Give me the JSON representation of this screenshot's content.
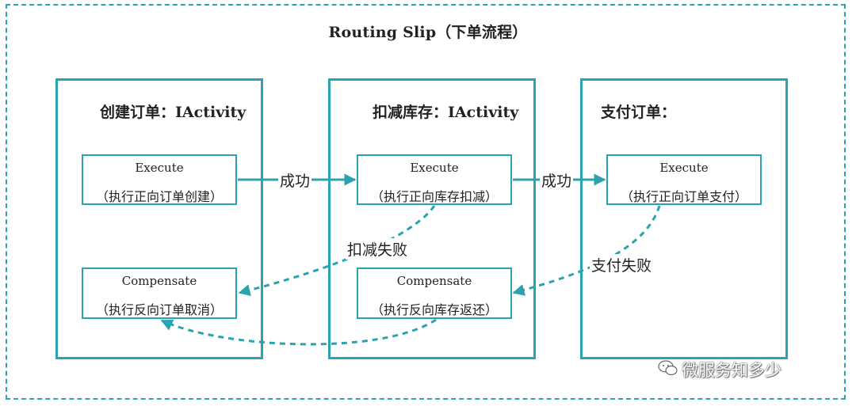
{
  "title": "Routing Slip（下单流程）",
  "activities": [
    {
      "title": "创建订单：IActivity",
      "execute": {
        "name": "Execute",
        "desc": "（执行正向订单创建）"
      },
      "compensate": {
        "name": "Compensate",
        "desc": "（执行反向订单取消）"
      }
    },
    {
      "title": "扣减库存：IActivity",
      "execute": {
        "name": "Execute",
        "desc": "（执行正向库存扣减）"
      },
      "compensate": {
        "name": "Compensate",
        "desc": "（执行反向库存返还）"
      }
    },
    {
      "title": "支付订单：",
      "execute": {
        "name": "Execute",
        "desc": "（执行正向订单支付）"
      }
    }
  ],
  "edges": {
    "success_1": "成功",
    "success_2": "成功",
    "fail_deduct": "扣减失败",
    "fail_pay": "支付失败"
  },
  "watermark": "微服务知多少",
  "colors": {
    "accent": "#2aa3ae"
  }
}
